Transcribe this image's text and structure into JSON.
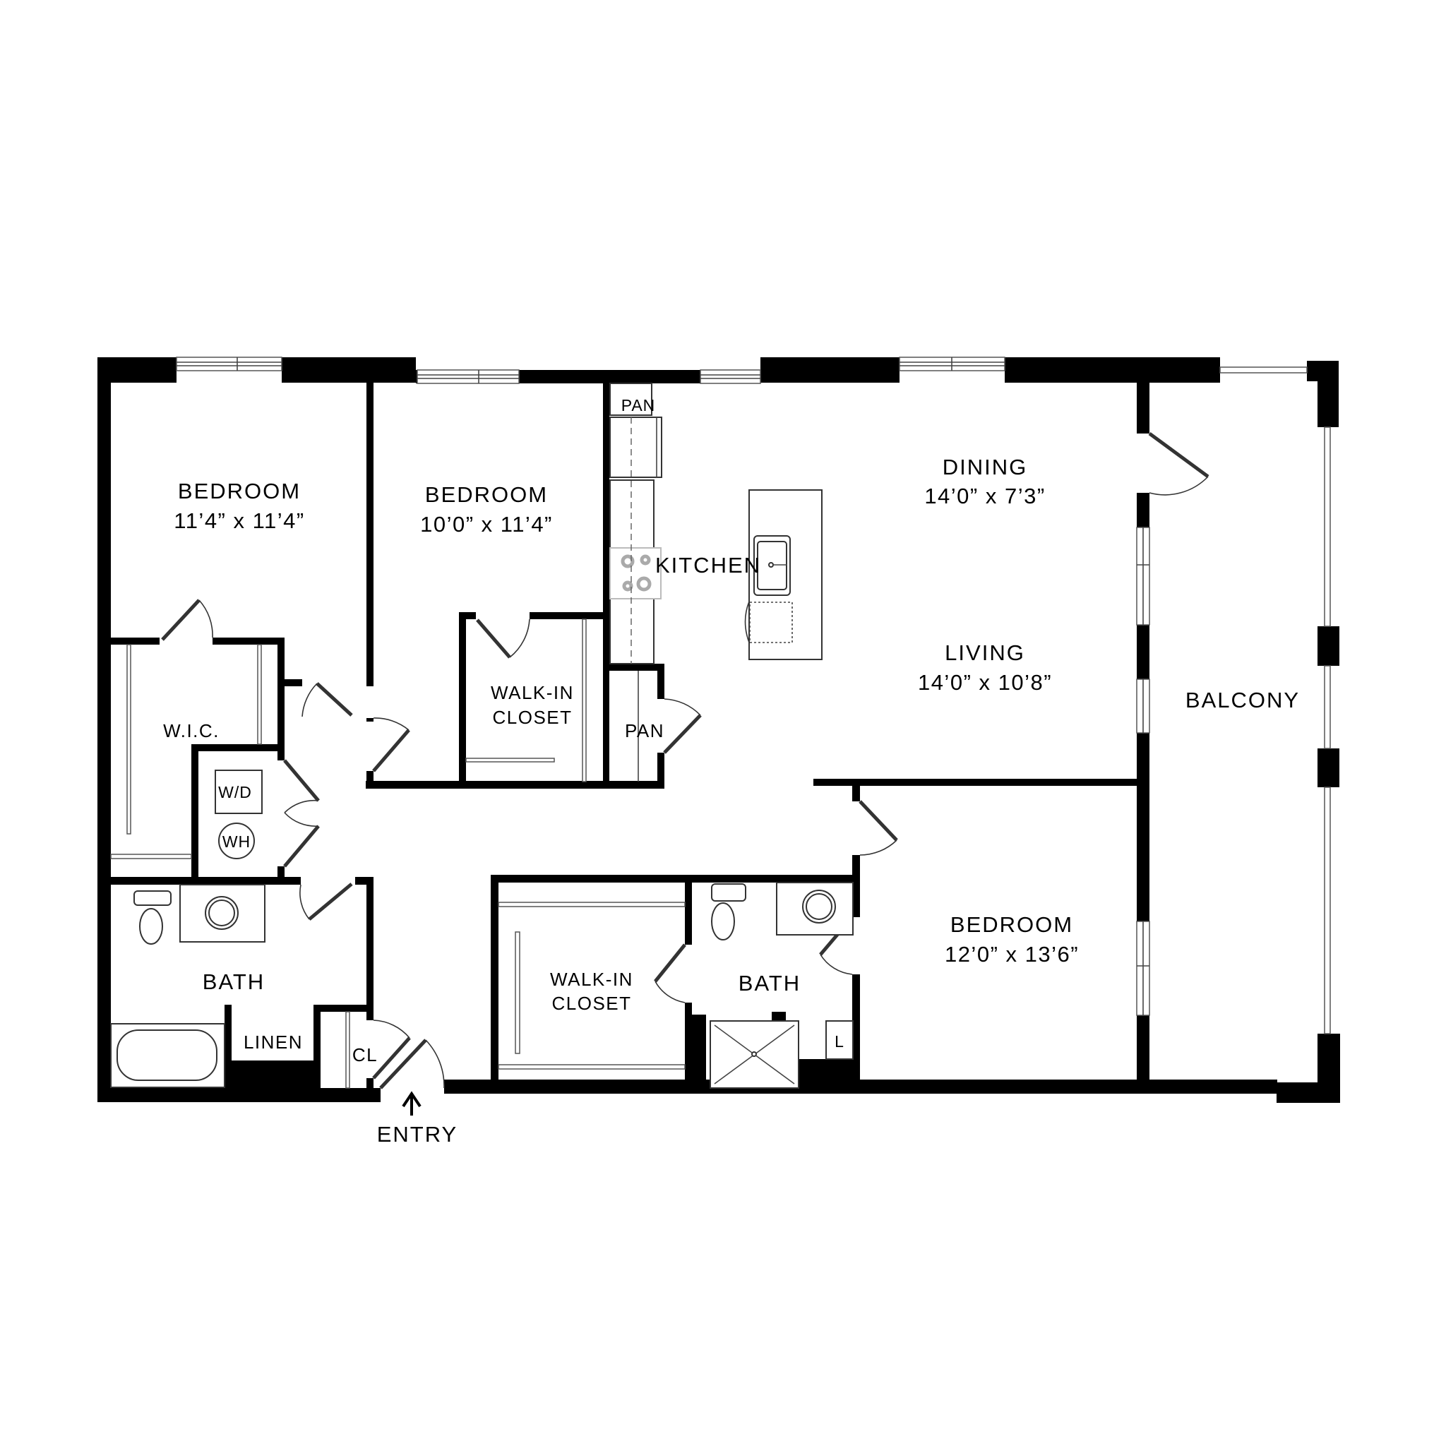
{
  "floorplan": {
    "rooms": [
      {
        "id": "bedroom_1",
        "label": "BEDROOM",
        "dimensions": "11’4” x 11’4”"
      },
      {
        "id": "bedroom_2",
        "label": "BEDROOM",
        "dimensions": "10’0” x 11’4”"
      },
      {
        "id": "bedroom_3",
        "label": "BEDROOM",
        "dimensions": "12’0” x 13’6”"
      },
      {
        "id": "dining",
        "label": "DINING",
        "dimensions": "14’0” x 7’3”"
      },
      {
        "id": "living",
        "label": "LIVING",
        "dimensions": "14’0” x 10’8”"
      },
      {
        "id": "kitchen",
        "label": "KITCHEN"
      },
      {
        "id": "balcony",
        "label": "BALCONY"
      },
      {
        "id": "wic_1",
        "label": "W.I.C."
      },
      {
        "id": "wic_2",
        "label_line1": "WALK-IN",
        "label_line2": "CLOSET"
      },
      {
        "id": "wic_3",
        "label_line1": "WALK-IN",
        "label_line2": "CLOSET"
      },
      {
        "id": "bath_1",
        "label": "BATH"
      },
      {
        "id": "bath_2",
        "label": "BATH"
      },
      {
        "id": "pantry_1",
        "label": "PAN"
      },
      {
        "id": "pantry_2",
        "label": "PAN"
      },
      {
        "id": "linen",
        "label": "LINEN"
      },
      {
        "id": "closet",
        "label": "CL"
      },
      {
        "id": "linen_small",
        "label": "L"
      }
    ],
    "appliances": {
      "washer_dryer": "W/D",
      "water_heater": "WH"
    },
    "entry": {
      "label": "ENTRY",
      "arrow": "up-arrow"
    }
  }
}
